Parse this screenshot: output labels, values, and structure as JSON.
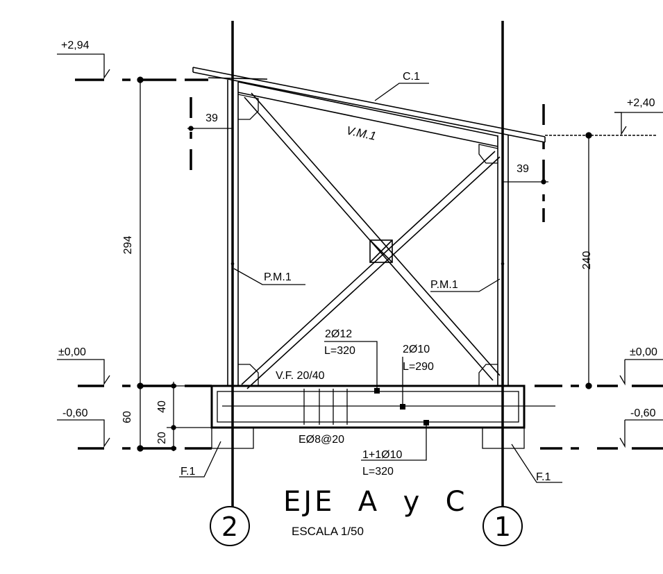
{
  "drawing": {
    "title": "EJE  A  y  C",
    "scale": "ESCALA 1/50",
    "axis_left": "2",
    "axis_right": "1"
  },
  "levels": {
    "top_left": "+2,94",
    "top_right": "+2,40",
    "zero_left": "±0,00",
    "zero_right": "±0,00",
    "base_left": "-0,60",
    "base_right": "-0,60"
  },
  "dimensions": {
    "height_left": "294",
    "height_right": "240",
    "gusset_left": "39",
    "gusset_right": "39",
    "beam_depth": "60",
    "beam_section": "40",
    "footing": "20"
  },
  "labels": {
    "roof": "C.1",
    "top_beam": "V.M.1",
    "post_left": "P.M.1",
    "post_right": "P.M.1",
    "foundation_beam": "V.F. 20/40",
    "footing_left": "F.1",
    "footing_right": "F.1",
    "rebar_top_a": "2Ø12",
    "rebar_top_a_len": "L=320",
    "rebar_top_b": "2Ø10",
    "rebar_top_b_len": "L=290",
    "stirrups": "EØ8@20",
    "rebar_bottom": "1+1Ø10",
    "rebar_bottom_len": "L=320"
  }
}
